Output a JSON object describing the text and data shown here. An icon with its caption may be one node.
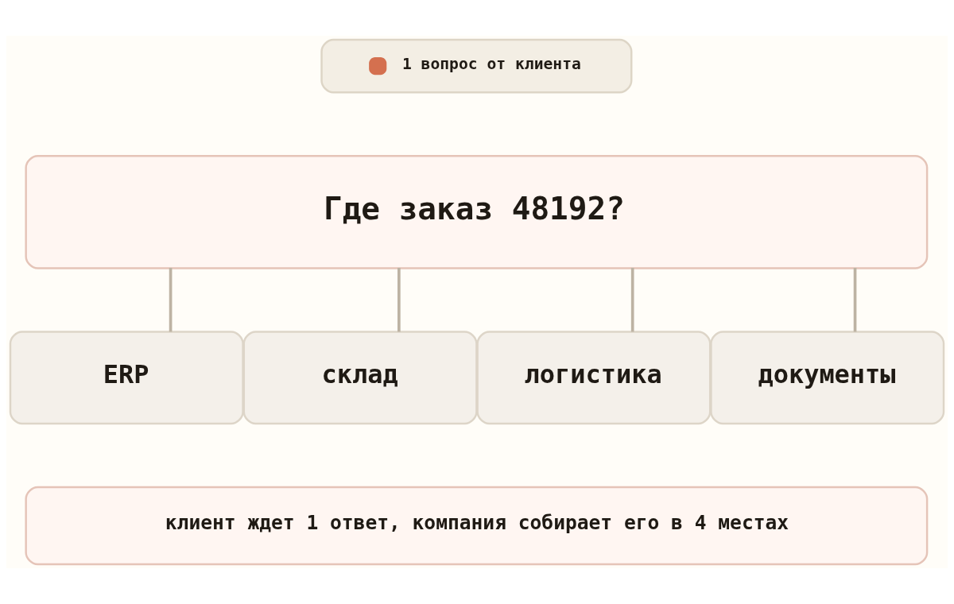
{
  "diagram": {
    "nodes": [
      {
        "text": [
          "1 вопрос от клиента"
        ]
      },
      {
        "text": [
          "Где заказ 48192?"
        ]
      },
      {
        "text": [
          "ERP"
        ]
      },
      {
        "text": [
          "склад"
        ]
      },
      {
        "text": [
          "логистика"
        ]
      },
      {
        "text": [
          "документы"
        ]
      },
      {
        "text": [
          "клиент ждет 1 ответ, компания собирает его в 4 местах"
        ]
      }
    ],
    "edges": [
      {
        "from": 1,
        "to": 2,
        "arrow": "none"
      },
      {
        "from": 1,
        "to": 3,
        "arrow": "none"
      },
      {
        "from": 1,
        "to": 4,
        "arrow": "none"
      },
      {
        "from": 1,
        "to": 5,
        "arrow": "none"
      }
    ]
  }
}
